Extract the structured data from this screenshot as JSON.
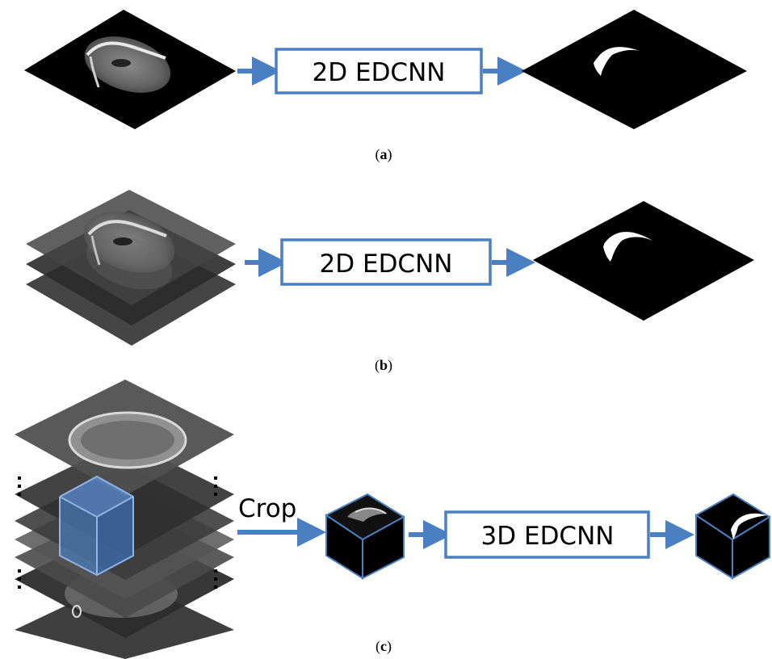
{
  "panels": [
    {
      "id": "a",
      "caption_open": "(",
      "caption_letter": "a",
      "caption_close": ")",
      "network_label": "2D EDCNN"
    },
    {
      "id": "b",
      "caption_open": "(",
      "caption_letter": "b",
      "caption_close": ")",
      "network_label": "2D EDCNN"
    },
    {
      "id": "c",
      "caption_open": "(",
      "caption_letter": "c",
      "caption_close": ")",
      "network_label": "3D EDCNN",
      "crop_label": "Crop"
    }
  ],
  "colors": {
    "arrow": "#4a7fc1",
    "box_border": "#4a7fc1",
    "cube_edge": "#3a6fb0",
    "slice": "#000000",
    "stack_slice": "#3b3b3b",
    "tissue": "#8a8a8a",
    "mask": "#ffffff"
  }
}
